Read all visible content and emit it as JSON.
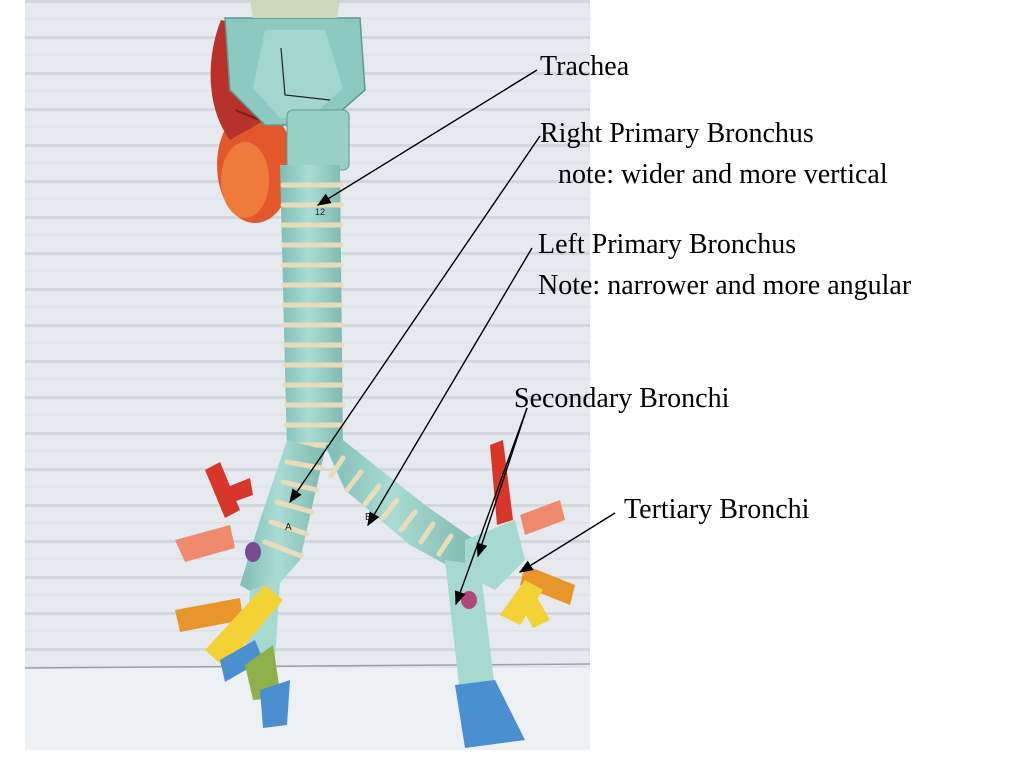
{
  "labels": {
    "trachea": "Trachea",
    "right_primary": "Right Primary Bronchus",
    "right_primary_note": "note: wider and more vertical",
    "left_primary": "Left Primary Bronchus",
    "left_primary_note": "Note: narrower and more angular",
    "secondary": "Secondary Bronchi",
    "tertiary": "Tertiary Bronchi"
  },
  "model_marks": {
    "ring_12": "12",
    "a": "A",
    "b": "B"
  },
  "colors": {
    "cartilage": "#9fd3cc",
    "cartilage_ring": "#e9d9b6",
    "red_bronchus": "#d9362b",
    "salmon_bronchus": "#f08a6e",
    "yellow_bronchus": "#f2d234",
    "orange_bronchus": "#e8962c",
    "blue_bronchus": "#4a8fcf",
    "green_bronchus": "#8fb04a",
    "thyroid": "#e2572c",
    "background_board": "#e7ebef"
  }
}
